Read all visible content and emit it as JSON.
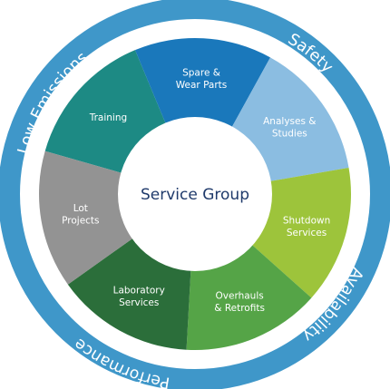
{
  "center": {
    "label": "Service Group"
  },
  "outer_ring": {
    "color": "#3f97c9",
    "labels": {
      "low_emissions": "Low Emissions",
      "safety": "Safety",
      "availability": "Availability",
      "performance": "Performance"
    }
  },
  "segments": [
    {
      "key": "training",
      "lines": [
        "Training"
      ],
      "color": "#1d8a84"
    },
    {
      "key": "spare-wear-parts",
      "lines": [
        "Spare &",
        "Wear Parts"
      ],
      "color": "#1a78bb"
    },
    {
      "key": "analyses-studies",
      "lines": [
        "Analyses &",
        "Studies"
      ],
      "color": "#8bbde1"
    },
    {
      "key": "shutdown-services",
      "lines": [
        "Shutdown",
        "Services"
      ],
      "color": "#9dc43b"
    },
    {
      "key": "overhauls-retrofits",
      "lines": [
        "Overhauls",
        "& Retrofits"
      ],
      "color": "#55a447"
    },
    {
      "key": "laboratory-services",
      "lines": [
        "Laboratory",
        "Services"
      ],
      "color": "#2b6e3a"
    },
    {
      "key": "lot-projects",
      "lines": [
        "Lot",
        "Projects"
      ],
      "color": "#939393"
    }
  ]
}
